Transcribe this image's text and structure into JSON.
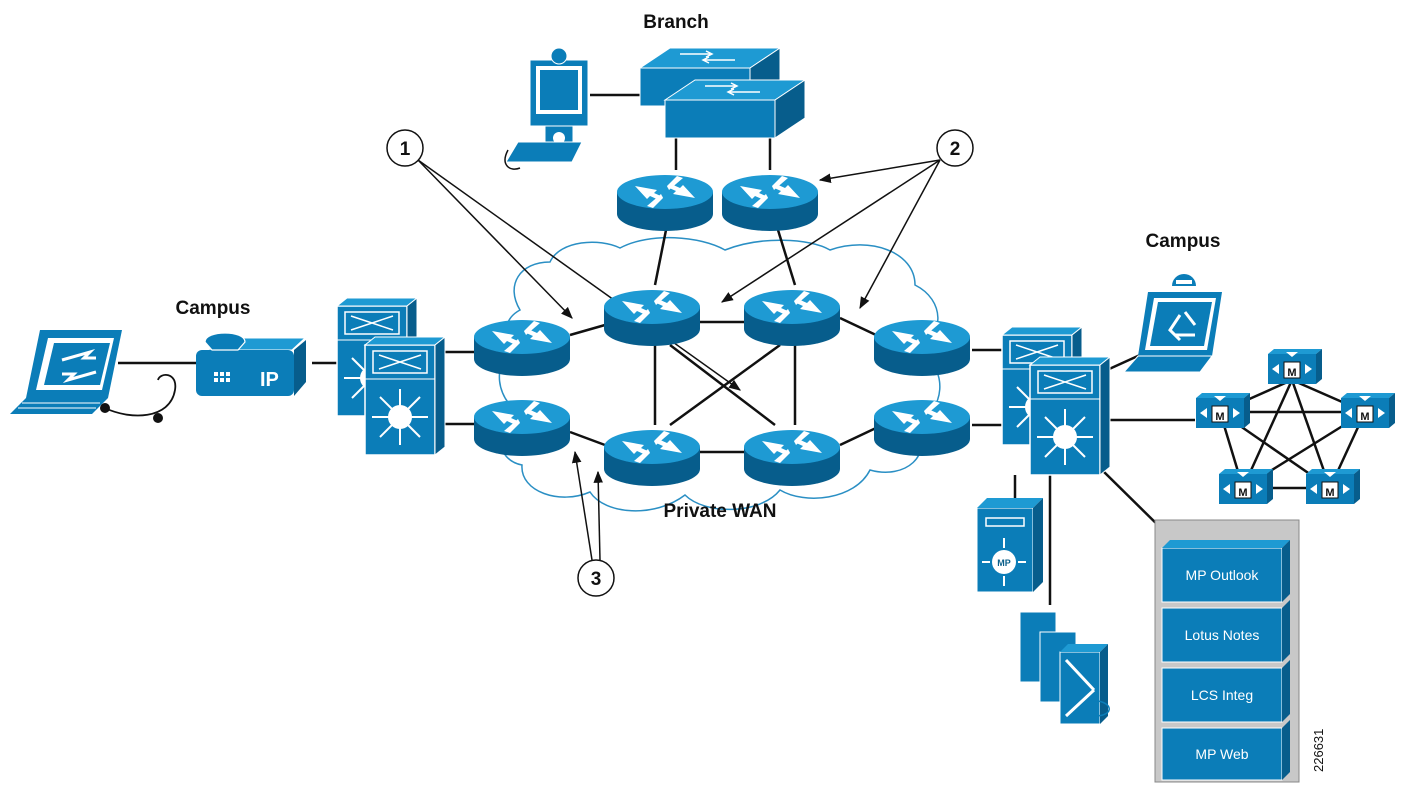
{
  "labels": {
    "branch": "Branch",
    "campus_left": "Campus",
    "campus_right": "Campus",
    "private_wan": "Private WAN",
    "ip_phone": "IP",
    "figure_id": "226631",
    "mp_server": "MP",
    "unity_badge": "M"
  },
  "callouts": [
    "1",
    "2",
    "3"
  ],
  "server_stack": [
    "MP Outlook",
    "Lotus Notes",
    "LCS Integ",
    "MP Web"
  ],
  "colors": {
    "device": "#0b7db8",
    "device_top": "#1e9ad3",
    "device_dark": "#075d8c",
    "line": "#111111",
    "cloud": "#2a8fc4",
    "panel": "#c8c8c8"
  },
  "icons": [
    "laptop-icon",
    "headset-icon",
    "ip-phone-icon",
    "multilayer-switch-icon",
    "router-icon",
    "cloud-icon",
    "video-endpoint-icon",
    "workgroup-switch-icon",
    "unity-server-icon",
    "meetingplace-server-icon",
    "load-balancer-icon"
  ]
}
